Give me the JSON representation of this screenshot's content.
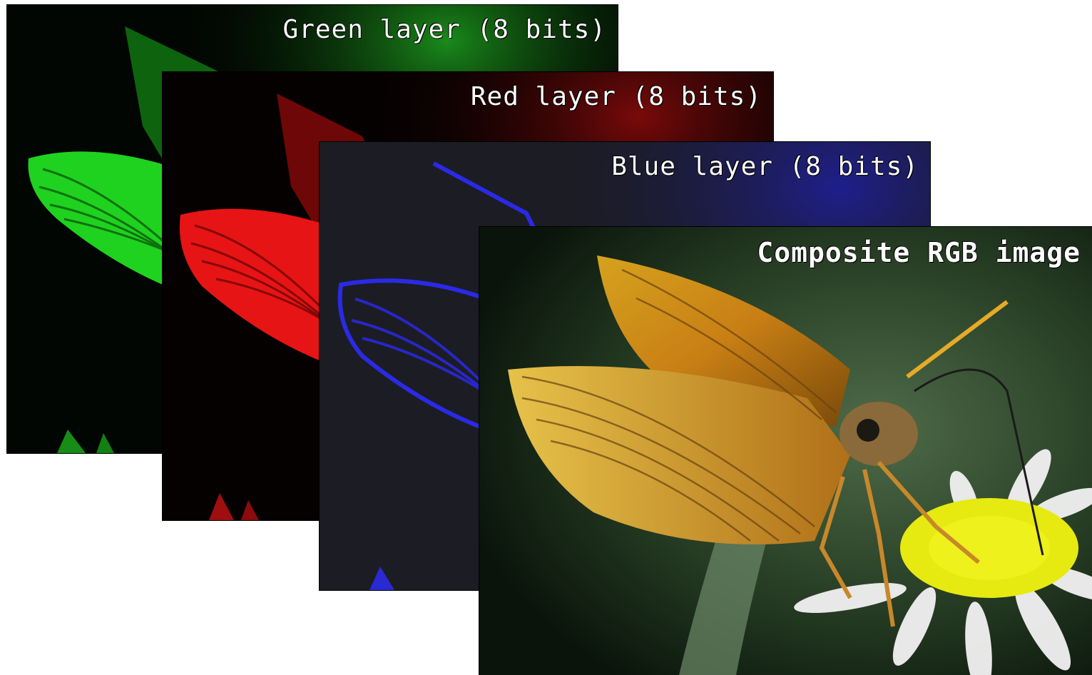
{
  "layers": [
    {
      "id": "green",
      "label": "Green layer (8 bits)",
      "color": "#19e619"
    },
    {
      "id": "red",
      "label": "Red layer (8 bits)",
      "color": "#f01414"
    },
    {
      "id": "blue",
      "label": "Blue layer (8 bits)",
      "color": "#2828f0"
    },
    {
      "id": "composite",
      "label": "Composite RGB image",
      "color": "#c88c1e"
    }
  ],
  "colors": {
    "page_background": "#ffffff",
    "label_text": "#ffffff"
  }
}
